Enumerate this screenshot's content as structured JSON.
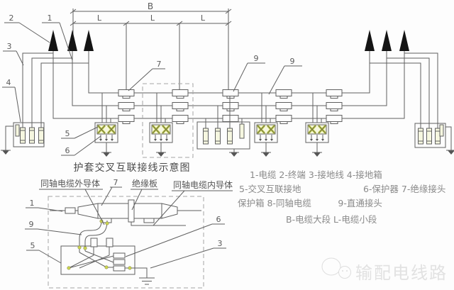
{
  "top": {
    "title": "护套交叉互联接线示意图",
    "dim": {
      "major": "B",
      "minor": [
        "L",
        "L",
        "L"
      ]
    },
    "callouts": {
      "c1": "1",
      "c2": "2",
      "c3": "3",
      "c4": "4",
      "c5": "5",
      "c6": "6",
      "c7": "7",
      "c9a": "9",
      "c9b": "9"
    }
  },
  "detail": {
    "labels": {
      "outer": "同轴电缆外导体",
      "joint7": "7",
      "plate": "绝缘板",
      "inner": "同轴电缆内导体",
      "n1": "1",
      "n9": "9",
      "n5": "5",
      "n6": "6",
      "n3": "3"
    }
  },
  "legend": {
    "lines": [
      "1-电缆  2-终端 3-接地线  4-接地箱",
      "5-交叉互联接地　　　　　　　6-保护器 7-绝缘接头",
      "保护箱 8-同轴电缆　　　9-直通接头",
      "B-电缆大段  L-电缆小段"
    ]
  },
  "watermark": {
    "text": "输配电线路"
  },
  "colors": {
    "line": "#606060",
    "highlight": "#c8d44a",
    "highlight_fill": "#f6f7e0",
    "legend_text": "#8a8a8a",
    "watermark": "#e2e2e2"
  }
}
